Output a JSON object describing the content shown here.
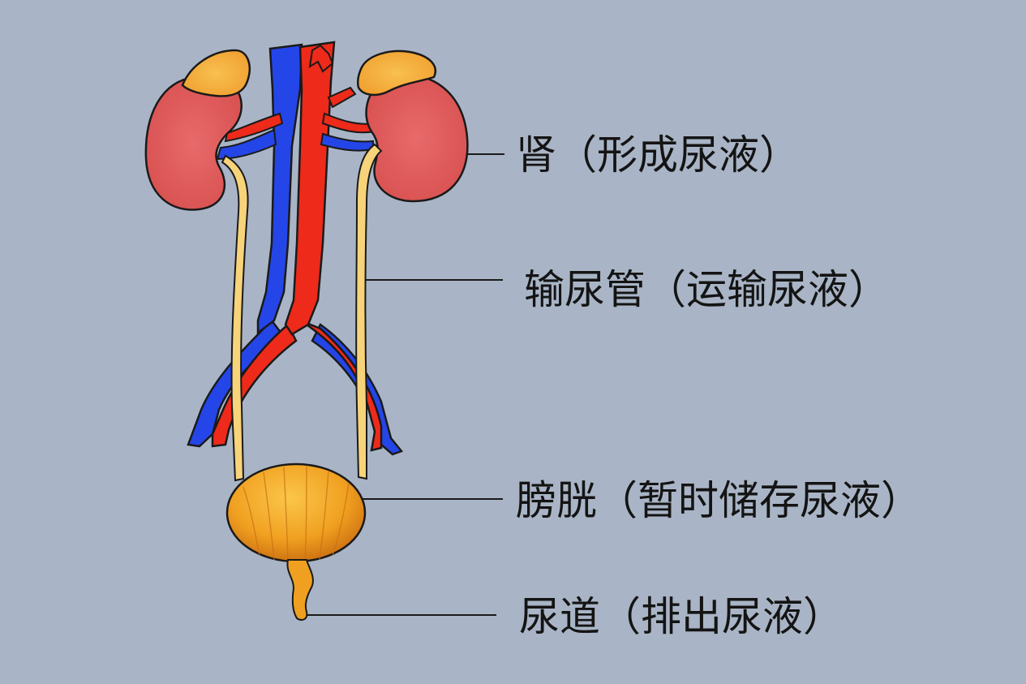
{
  "labels": {
    "kidney": "肾（形成尿液）",
    "ureter": "输尿管（运输尿液）",
    "bladder": "膀胱（暂时储存尿液）",
    "urethra": "尿道（排出尿液）"
  },
  "colors": {
    "background": "#a9b5c6",
    "kidney": "#e06060",
    "adrenal_gland": "#f0a030",
    "artery": "#ee2a1a",
    "vein": "#2446e8",
    "ureter": "#f7d37a",
    "bladder": "#f0a020",
    "outline": "#1a1a1a"
  }
}
